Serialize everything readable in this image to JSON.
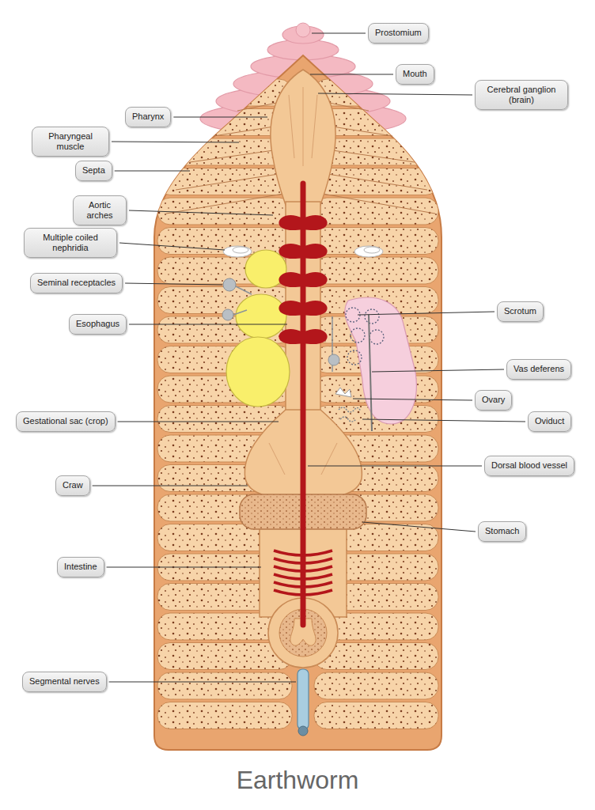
{
  "diagram": {
    "title": "Earthworm",
    "nodes": [
      {
        "text": [
          "Prostomium"
        ]
      },
      {
        "text": [
          "Mouth"
        ]
      },
      {
        "text": [
          "Cerebral ganglion (brain)"
        ]
      },
      {
        "text": [
          "Pharynx"
        ]
      },
      {
        "text": [
          "Pharyngeal muscle"
        ]
      },
      {
        "text": [
          "Septa"
        ]
      },
      {
        "text": [
          "Aortic arches"
        ]
      },
      {
        "text": [
          "Multiple coiled nephridia"
        ]
      },
      {
        "text": [
          "Seminal receptacles"
        ]
      },
      {
        "text": [
          "Scrotum"
        ]
      },
      {
        "text": [
          "Esophagus"
        ]
      },
      {
        "text": [
          "Vas deferens"
        ]
      },
      {
        "text": [
          "Ovary"
        ]
      },
      {
        "text": [
          "Gestational sac (crop)"
        ]
      },
      {
        "text": [
          "Oviduct"
        ]
      },
      {
        "text": [
          "Dorsal blood vessel"
        ]
      },
      {
        "text": [
          "Craw"
        ]
      },
      {
        "text": [
          "Stomach"
        ]
      },
      {
        "text": [
          "Intestine"
        ]
      },
      {
        "text": [
          "Segmental nerves"
        ]
      }
    ]
  }
}
